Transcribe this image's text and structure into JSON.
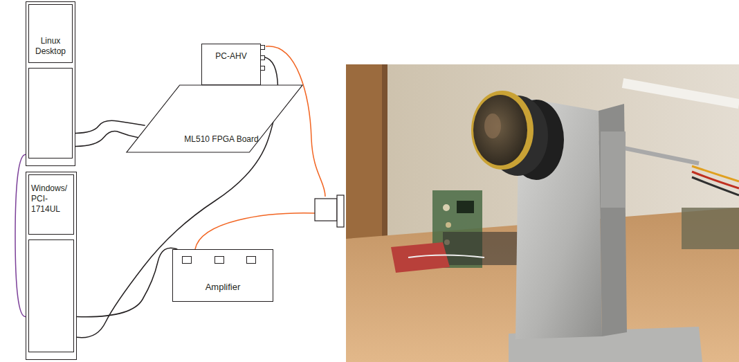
{
  "diagram": {
    "nodes": [
      {
        "text": [
          "Linux Desktop"
        ]
      },
      {
        "text": [
          "PC-AHV"
        ]
      },
      {
        "text": [
          "ML510 FPGA Board"
        ]
      },
      {
        "text": [
          "Windows/ PCI-1714UL"
        ]
      },
      {
        "text": [
          "Amplifier"
        ]
      }
    ],
    "edges": [
      {
        "from": 0,
        "to": 2,
        "arrow": "none"
      },
      {
        "from": 0,
        "to": 2,
        "arrow": "none"
      },
      {
        "from": 0,
        "to": 3,
        "arrow": "none"
      },
      {
        "from": 1,
        "to": 3,
        "arrow": "none"
      },
      {
        "from": 3,
        "to": 4,
        "arrow": "none"
      }
    ]
  }
}
